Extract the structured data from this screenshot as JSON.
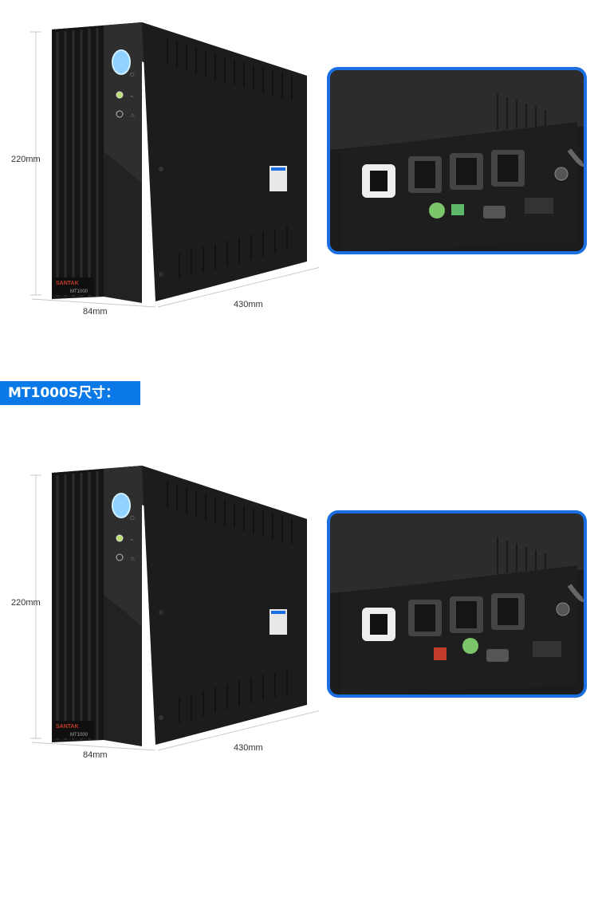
{
  "sections": [
    {
      "dims": {
        "height": "220mm",
        "width": "84mm",
        "depth": "430mm"
      },
      "ups": {
        "brand_plate": "SANTAK",
        "model_plate": "MT1000"
      }
    },
    {
      "dims": {
        "height": "220mm",
        "width": "84mm",
        "depth": "430mm"
      },
      "ups": {
        "brand_plate": "SANTAK",
        "model_plate": "MT1000"
      }
    }
  ],
  "banner": {
    "title": "MT1000S尺寸："
  },
  "colors": {
    "accent": "#0a78e6",
    "frame": "#1b6fe0",
    "ups_body": "#1a1a1a",
    "led_blue": "#8fd2ff"
  }
}
